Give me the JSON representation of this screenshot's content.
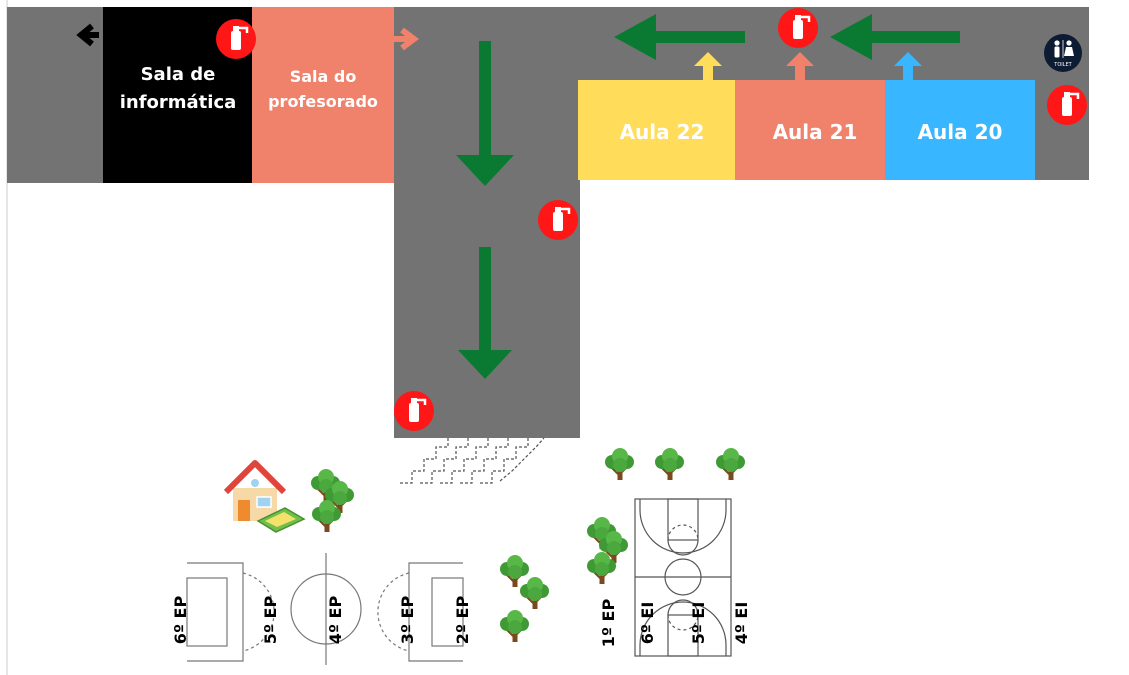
{
  "rooms": {
    "informatica": {
      "line1": "Sala de",
      "line2": "informática",
      "color": "#000000"
    },
    "profesorado": {
      "line1": "Sala do",
      "line2": "profesorado",
      "color": "#f0826c"
    },
    "aula22": {
      "label": "Aula 22",
      "color": "#ffdc5a"
    },
    "aula21": {
      "label": "Aula 21",
      "color": "#f0826c"
    },
    "aula20": {
      "label": "Aula 20",
      "color": "#38b6ff"
    }
  },
  "corridor_color": "#737373",
  "exit_arrow_color": "#0a7a32",
  "extinguisher_color": "#ff1616",
  "toilet": {
    "label": "TOILET",
    "icon": "toilet-icon"
  },
  "zones": {
    "ep6": "6º EP",
    "ep5": "5º EP",
    "ep4": "4º EP",
    "ep3": "3º EP",
    "ep2": "2º EP",
    "ep1": "1º EP",
    "ei6": "6º EI",
    "ei5": "5º EI",
    "ei4": "4º EI"
  },
  "icons": [
    "exit-arrow-icon",
    "fire-extinguisher-icon",
    "toilet-icon",
    "house-icon",
    "sandbox-icon",
    "tree-icon",
    "stairs-icon",
    "basketball-court",
    "football-court"
  ]
}
